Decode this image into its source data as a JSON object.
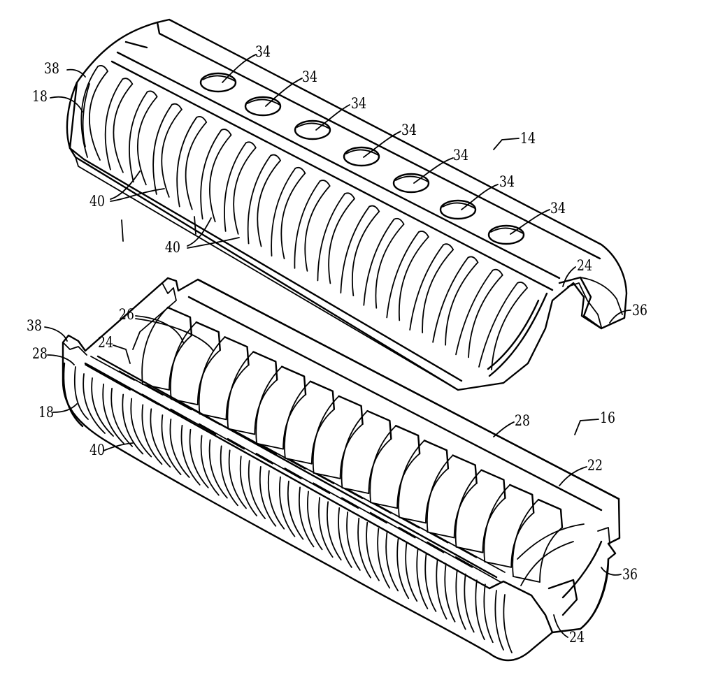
{
  "figure": {
    "ink_color": "#000000",
    "background_color": "#ffffff",
    "labels": {
      "assembly_upper": "14",
      "assembly_lower": "16",
      "outer_surface": "18",
      "rib": "22",
      "flange": "24",
      "fin": "26",
      "rim": "28",
      "vent_hole": "34",
      "front_end": "36",
      "rear_end": "38",
      "groove": "40"
    }
  }
}
